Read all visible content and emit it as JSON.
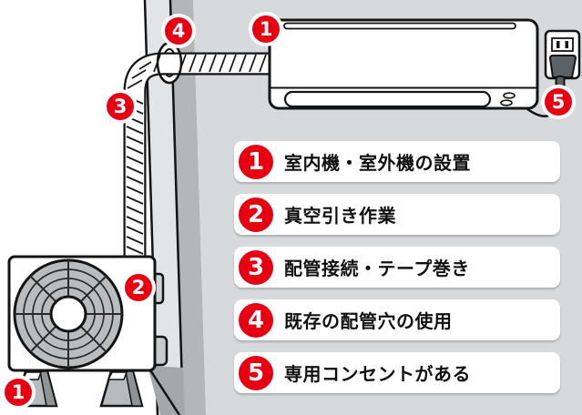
{
  "legend": {
    "items": [
      {
        "num": "1",
        "label": "室内機・室外機の設置"
      },
      {
        "num": "2",
        "label": "真空引き作業"
      },
      {
        "num": "3",
        "label": "配管接続・テープ巻き"
      },
      {
        "num": "4",
        "label": "既存の配管穴の使用"
      },
      {
        "num": "5",
        "label": "専用コンセントがある"
      }
    ]
  },
  "markers": {
    "indoor_unit": "1",
    "outdoor_unit": "1",
    "vacuum_work": "2",
    "pipe_taping": "3",
    "pipe_hole": "4",
    "outlet": "5"
  },
  "colors": {
    "badge_red": "#e60012",
    "indoor_wall_bg": "#d7dadc",
    "wall_band_light": "#e2e5e7",
    "wall_band_grey": "#b3b7ba",
    "line_art": "#141414"
  }
}
